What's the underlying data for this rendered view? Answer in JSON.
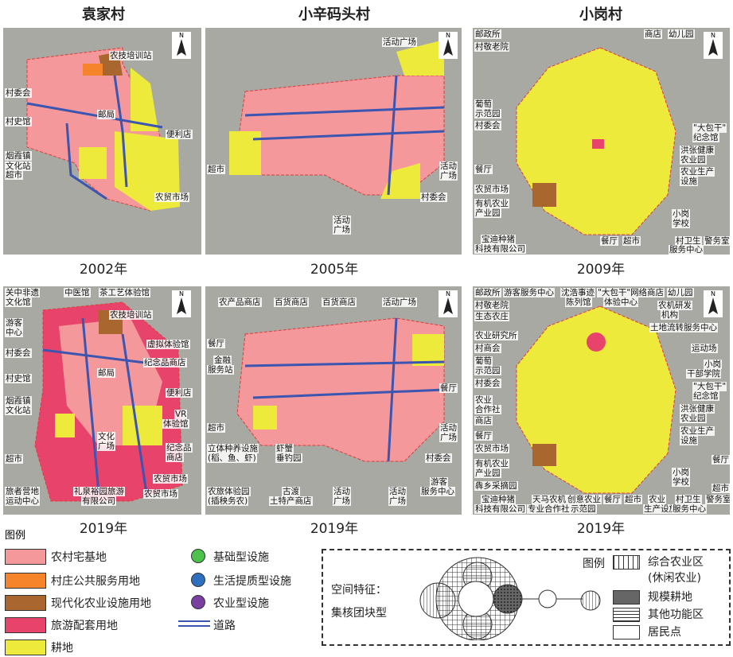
{
  "titles": {
    "village1": "袁家村",
    "village2": "小辛码头村",
    "village3": "小岗村"
  },
  "years": {
    "y2002": "2002年",
    "y2005": "2005年",
    "y2009": "2009年",
    "y2019a": "2019年",
    "y2019b": "2019年",
    "y2019c": "2019年"
  },
  "north": "N",
  "colors": {
    "residential": "#f4989c",
    "public_service": "#f5842a",
    "modern_agri": "#a9662f",
    "tourism": "#e8436b",
    "farmland": "#eeea3c",
    "road": "#3b55b0",
    "basic": "#4cc14c",
    "life": "#2e6fc0",
    "agri_fac": "#7b3fa1",
    "boundary": "#e23b3b"
  },
  "map_labels": {
    "m1": [
      "农技培训站",
      "村委会",
      "邮局",
      "村史馆",
      "便利店",
      "烟霞镇",
      "文化站",
      "超市",
      "农贸市场"
    ],
    "m2": [
      "活动广场",
      "超市",
      "活动",
      "广场",
      "村委会",
      "活动",
      "广场"
    ],
    "m3": [
      "邮政所",
      "商店",
      "幼儿园",
      "村敬老院",
      "葡萄",
      "示范园",
      "村委会",
      "\"大包干\"",
      "纪念馆",
      "洪张健康",
      "农业园",
      "农业生产",
      "设施",
      "餐厅",
      "农贸市场",
      "有机农业",
      "产业园",
      "小岗",
      "学校",
      "宝迪种猪",
      "科技有限公司",
      "餐厅",
      "超市",
      "村卫生",
      "服务中心",
      "警务室"
    ],
    "m4": [
      "关中非遗",
      "文化馆",
      "中医馆",
      "茶工艺体验馆",
      "农技培训站",
      "游客",
      "中心",
      "虚拟体验馆",
      "村委会",
      "纪念品商店",
      "村史馆",
      "邮局",
      "便利店",
      "烟霞镇",
      "文化站",
      "VR",
      "体验馆",
      "文化",
      "广场",
      "超市",
      "纪念品",
      "商店",
      "旅者营地",
      "运动中心",
      "礼泉裕园旅游",
      "有限公司",
      "农贸市场",
      "农贸市场"
    ],
    "m5": [
      "农产品商店",
      "百货商店",
      "百货商店",
      "活动广场",
      "餐厅",
      "金融",
      "服务站",
      "餐厅",
      "超市",
      "活动",
      "广场",
      "立体种养设施",
      "(稻、鱼、虾)",
      "虾蟹",
      "垂钓园",
      "村委会",
      "农旅体验园",
      "(插秧务农)",
      "古渡",
      "土特产商店",
      "活动",
      "广场",
      "活动",
      "广场",
      "游客",
      "服务中心"
    ],
    "m6": [
      "邮政所",
      "游客服务中心",
      "沈浩事迹",
      "陈列馆",
      "\"大包干\"网络",
      "体验中心",
      "商店",
      "幼儿园",
      "村敬老院",
      "农机研发",
      "机构",
      "生态农庄",
      "土地流转服务中心",
      "农业研究所",
      "村商会",
      "运动场",
      "葡萄",
      "示范园",
      "小岗",
      "干部学院",
      "村委会",
      "\"大包干\"",
      "纪念馆",
      "农业",
      "合作社",
      "洪张健康",
      "农业园",
      "商店",
      "农业生产",
      "设施",
      "餐厅",
      "餐厅",
      "农贸市场",
      "有机农业",
      "产业园",
      "小岗",
      "学校",
      "犇乡采摘园",
      "超市",
      "宝迪种猪",
      "科技有限公司",
      "天马农机",
      "专业合作社",
      "创意农业",
      "示范园",
      "餐厅",
      "超市",
      "农业",
      "生产设施",
      "村卫生",
      "服务中心",
      "警务室"
    ]
  },
  "legend": {
    "title": "图例",
    "land": [
      "农村宅基地",
      "村庄公共服务用地",
      "现代化农业设施用地",
      "旅游配套用地",
      "耕地"
    ],
    "facilities": [
      "基础型设施",
      "生活提质型设施",
      "农业型设施",
      "道路"
    ]
  },
  "spatial": {
    "label1": "空间特征：",
    "label2": "集核团块型",
    "legend_title": "图例",
    "items": [
      "综合农业区",
      "(休闲农业)",
      "规模耕地",
      "其他功能区",
      "居民点"
    ]
  }
}
